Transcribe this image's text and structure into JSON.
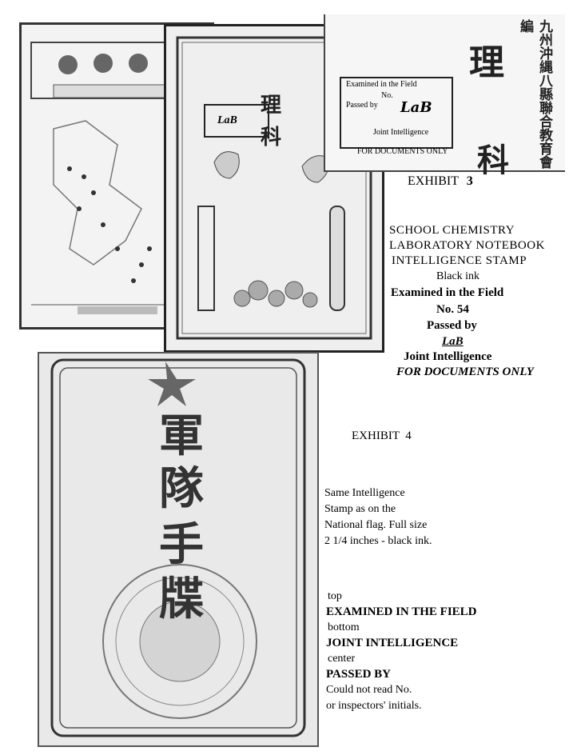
{
  "exhibit3": {
    "label_word": "EXHIBIT",
    "label_num": "3",
    "desc_lines": [
      "SCHOOL CHEMISTRY",
      "LABORATORY NOTEBOOK",
      "INTELLIGENCE STAMP",
      "Black ink"
    ],
    "stamp_lines": [
      "Examined in the Field",
      "No. 54",
      "Passed by"
    ],
    "initials": "LaB",
    "joint": "Joint Intelligence",
    "docs_only": "FOR DOCUMENTS ONLY"
  },
  "exhibit4": {
    "label": "EXHIBIT  4",
    "desc_lines": [
      "Same Intelligence",
      "Stamp as on the",
      "National flag.  Full size",
      "2 1/4 inches - black ink."
    ],
    "stamp_notes": [
      {
        "text": "top",
        "bold": false
      },
      {
        "text": "EXAMINED IN THE FIELD",
        "bold": true
      },
      {
        "text": "bottom",
        "bold": false
      },
      {
        "text": "JOINT INTELLIGENCE",
        "bold": true
      },
      {
        "text": "center",
        "bold": false
      },
      {
        "text": "PASSED BY",
        "bold": true
      },
      {
        "text": "Could not read No.",
        "bold": false
      },
      {
        "text": "or inspectors' initials.",
        "bold": false
      }
    ]
  },
  "notebook_scan": {
    "cover_title_chars": [
      "理",
      "科"
    ],
    "corner_title_chars": [
      "理",
      "科"
    ],
    "vertical_header": "九州沖縄八縣聯合教育會編",
    "stamp_initials": "LaB",
    "stamp_line1": "Examined in the Field",
    "stamp_line2": "No.",
    "stamp_line3": "Passed by",
    "stamp_joint": "Joint Intelligence",
    "stamp_docs": "FOR DOCUMENTS ONLY"
  },
  "booklet_scan": {
    "title_chars": [
      "軍",
      "隊",
      "手",
      "牒"
    ]
  }
}
